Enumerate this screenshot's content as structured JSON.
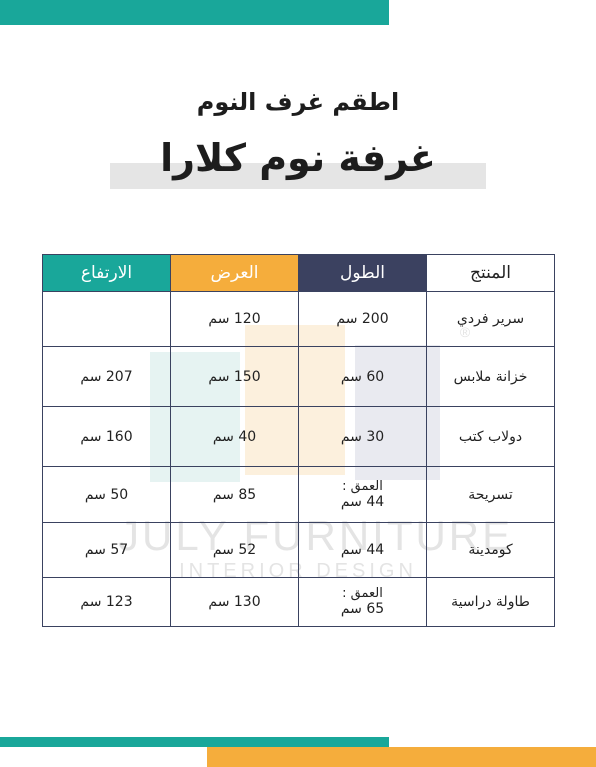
{
  "subtitle": "اطقم غرف النوم",
  "title": "غرفة نوم كلارا",
  "watermark": {
    "brand": "JULY FURNITURE",
    "tagline": "INTERIOR DESIGN",
    "registered_mark": "®"
  },
  "colors": {
    "teal": "#19a79a",
    "orange": "#f5ad3c",
    "navy": "#3b4160",
    "underline_gray": "#e5e5e5"
  },
  "table": {
    "headers": {
      "product": "المنتج",
      "length": "الطول",
      "width": "العرض",
      "height": "الارتفاع"
    },
    "rows": [
      {
        "product": "سرير فردي",
        "length": "200 سم",
        "depth_label": "",
        "width": "120 سم",
        "height": ""
      },
      {
        "product": "خزانة ملابس",
        "length": "60 سم",
        "depth_label": "",
        "width": "150 سم",
        "height": "207 سم"
      },
      {
        "product": "دولاب كتب",
        "length": "30 سم",
        "depth_label": "",
        "width": "40 سم",
        "height": "160 سم"
      },
      {
        "product": "تسريحة",
        "length": "44 سم",
        "depth_label": "العمق :",
        "width": "85 سم",
        "height": "50 سم"
      },
      {
        "product": "كومدينة",
        "length": "44 سم",
        "depth_label": "",
        "width": "52 سم",
        "height": "57 سم"
      },
      {
        "product": "طاولة دراسية",
        "length": "65 سم",
        "depth_label": "العمق :",
        "width": "130 سم",
        "height": "123 سم"
      }
    ]
  }
}
